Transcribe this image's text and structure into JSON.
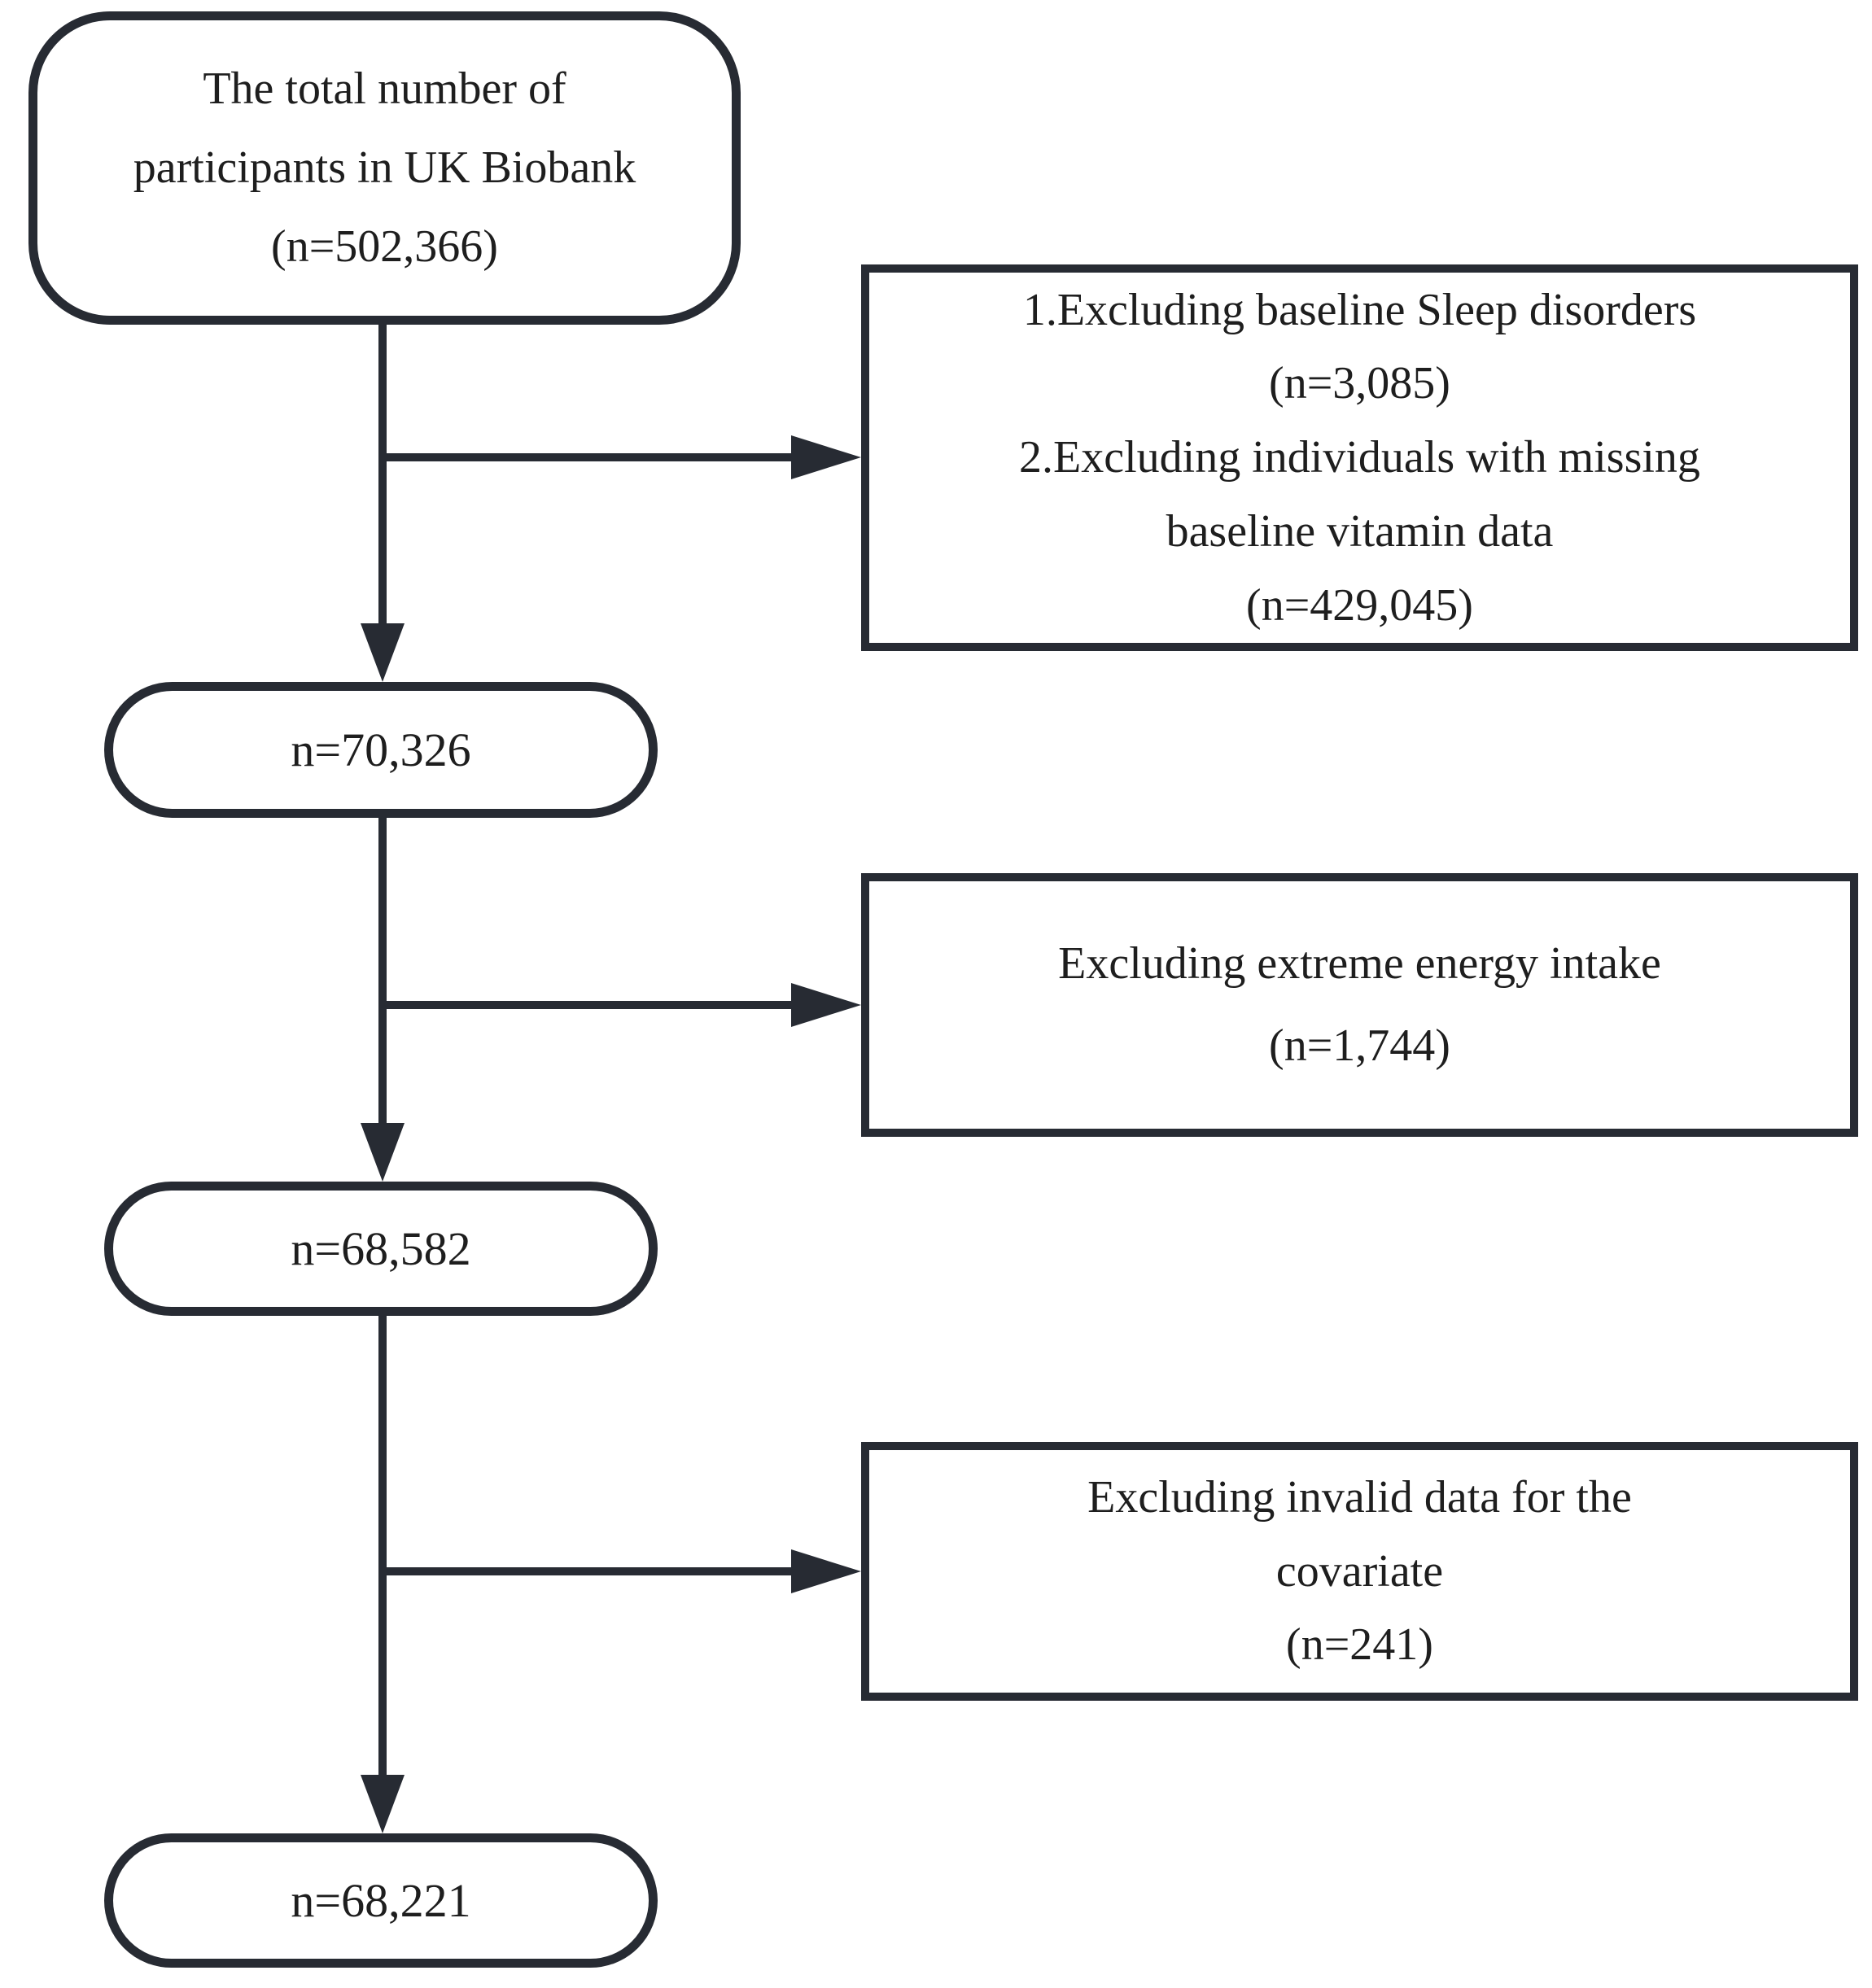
{
  "palette": {
    "stroke": "#272b33",
    "text": "#1e1e1e",
    "background": "#ffffff"
  },
  "nodes": {
    "total": {
      "lines": [
        "The total number of",
        "participants in UK Biobank",
        "(n=502,366)"
      ]
    },
    "after_first_exclusion": {
      "label": "n=70,326"
    },
    "after_second_exclusion": {
      "label": "n=68,582"
    },
    "final": {
      "label": "n=68,221"
    }
  },
  "exclusions": {
    "first": {
      "lines": [
        "1.Excluding baseline Sleep disorders",
        "(n=3,085)",
        "2.Excluding individuals with missing",
        "baseline vitamin data",
        "(n=429,045)"
      ]
    },
    "second": {
      "lines": [
        "Excluding extreme energy intake",
        "(n=1,744)"
      ]
    },
    "third": {
      "lines": [
        "Excluding invalid data for the",
        "covariate",
        "(n=241)"
      ]
    }
  }
}
